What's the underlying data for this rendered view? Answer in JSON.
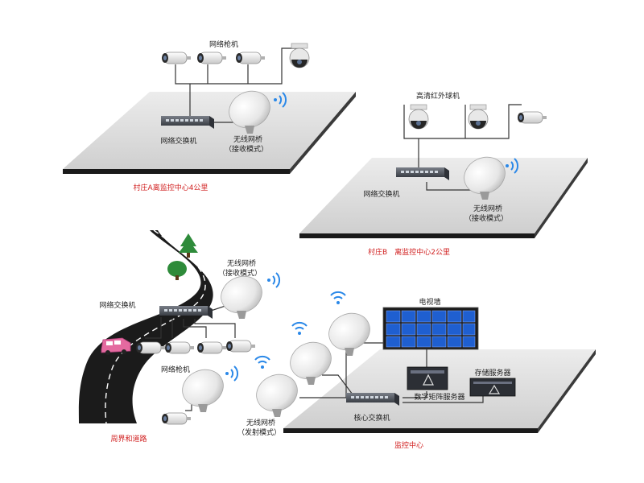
{
  "village_a": {
    "camera_group_label": "网络枪机",
    "switch_label": "网络交换机",
    "bridge_label_1": "无线网桥",
    "bridge_label_2": "（接收模式）",
    "caption": "村庄A离监控中心4公里"
  },
  "village_b": {
    "camera_group_label": "高清红外球机",
    "switch_label": "网络交换机",
    "bridge_label_1": "无线网桥",
    "bridge_label_2": "（接收模式）",
    "caption": "村庄B　离监控中心2公里"
  },
  "road": {
    "switch_label": "网络交换机",
    "bridge_label_1": "无线网桥",
    "bridge_label_2": "（接收模式）",
    "camera_label": "网络枪机",
    "caption": "周界和道路"
  },
  "center": {
    "tv_wall_label": "电视墙",
    "matrix_label": "数字矩阵服务器",
    "storage_label": "存储服务器",
    "core_switch_label": "核心交换机",
    "bridge_label_1": "无线网桥",
    "bridge_label_2": "（发射模式）",
    "caption": "监控中心"
  },
  "colors": {
    "caption": "#d12020",
    "platform": "#d6d6d6",
    "tv_screen": "#1f5fd0"
  }
}
